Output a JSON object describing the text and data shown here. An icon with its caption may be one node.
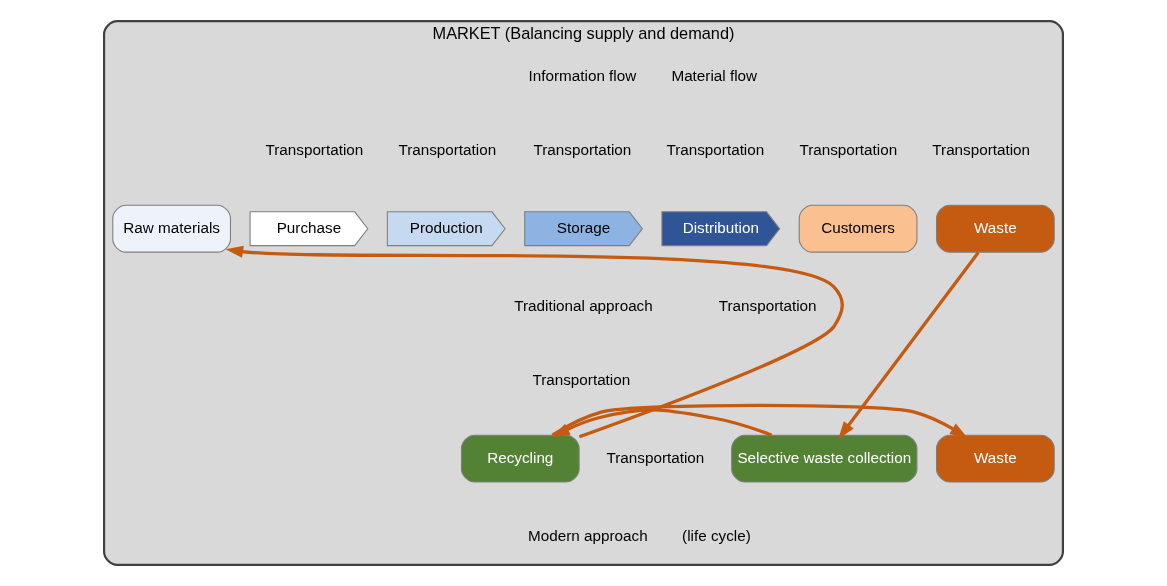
{
  "diagram": {
    "nodes": [
      {
        "text": [
          "MARKET (Balancing supply and demand)"
        ]
      },
      {
        "text": [
          "Raw materials"
        ],
        "in": 0
      },
      {
        "text": [
          "Purchase"
        ],
        "in": 0
      },
      {
        "text": [
          "Production"
        ],
        "in": 0
      },
      {
        "text": [
          "Storage"
        ],
        "in": 0
      },
      {
        "text": [
          "Distribution"
        ],
        "in": 0
      },
      {
        "text": [
          "Customers"
        ],
        "in": 0
      },
      {
        "text": [
          "Waste"
        ],
        "in": 0
      },
      {
        "text": [
          "Selective waste collection"
        ],
        "in": 0
      },
      {
        "text": [
          "Recycling"
        ],
        "in": 0
      },
      {
        "text": [
          "Waste"
        ],
        "in": 0
      }
    ],
    "edges": [
      {
        "from": 7,
        "to": 8,
        "arrow": "to"
      },
      {
        "from": 8,
        "to": 9,
        "arrow": "to"
      },
      {
        "from": 9,
        "to": 1,
        "arrow": "to"
      },
      {
        "from": 9,
        "to": 10,
        "arrow": "to"
      }
    ],
    "labels": [
      "Information flow",
      "Material flow",
      "Transportation",
      "Transportation",
      "Transportation",
      "Transportation",
      "Transportation",
      "Transportation",
      "Traditional approach",
      "Transportation",
      "Transportation",
      "Transportation",
      "Modern approach",
      "(life cycle)"
    ]
  }
}
